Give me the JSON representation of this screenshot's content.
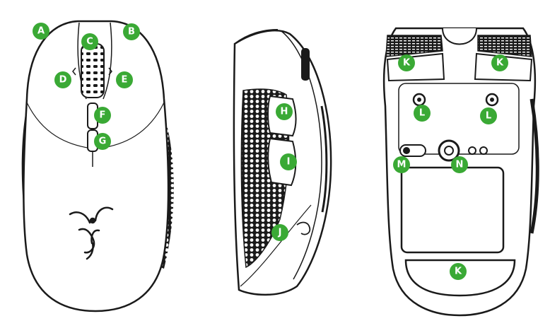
{
  "colors": {
    "callout_fill": "#3aa935",
    "callout_text": "#ffffff",
    "outline": "#1a1a1a",
    "body_fill": "#ffffff",
    "texture": "#1a1a1a"
  },
  "callouts": {
    "a": "A",
    "b": "B",
    "c": "C",
    "d": "D",
    "e": "E",
    "f": "F",
    "g": "G",
    "h": "H",
    "i": "I",
    "j": "J",
    "k_left": "K",
    "k_right": "K",
    "k_bottom": "K",
    "l_left": "L",
    "l_right": "L",
    "m": "M",
    "n": "N"
  },
  "icons": {
    "logo": "razer-snake-logo-icon"
  }
}
